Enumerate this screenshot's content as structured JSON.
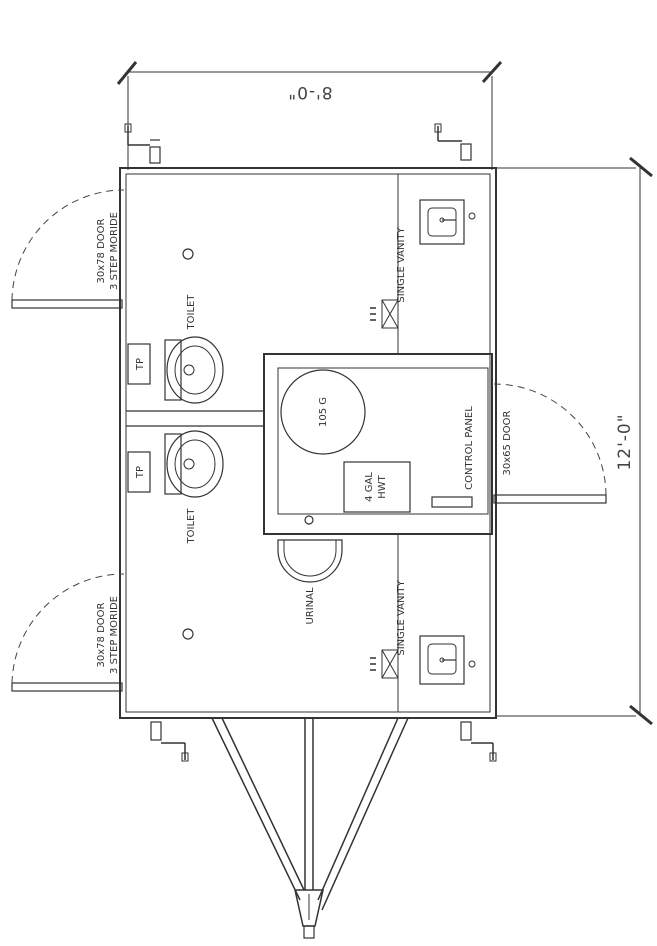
{
  "dimensions": {
    "width": "8'-0\"",
    "length": "12'-0\""
  },
  "doors": {
    "top": {
      "line1": "30x78 DOOR",
      "line2": "3 STEP MORIDE"
    },
    "bottom": {
      "line1": "30x78 DOOR",
      "line2": "3 STEP MORIDE"
    },
    "right": "30x65 DOOR"
  },
  "fixtures": {
    "toilet_top": "TOILET",
    "toilet_bottom": "TOILET",
    "tp_top": "TP",
    "tp_bottom": "TP",
    "vanity_top": "SINGLE VANITY",
    "vanity_bottom": "SINGLE VANITY",
    "tank": "105 G",
    "heater_line1": "4 GAL",
    "heater_line2": "HWT",
    "control_panel": "CONTROL PANEL",
    "urinal": "URINAL"
  },
  "colors": {
    "line": "#333333",
    "background": "#ffffff"
  }
}
